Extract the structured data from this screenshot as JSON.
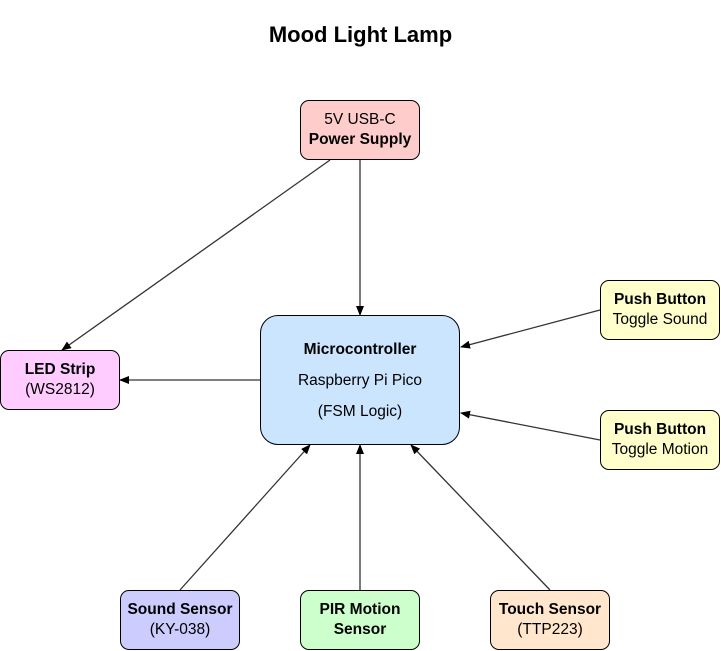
{
  "title": "Mood Light Lamp",
  "colors": {
    "power": "#ffcccc",
    "mcu": "#cce5ff",
    "led": "#ffccff",
    "button": "#ffffcc",
    "sound": "#ccccff",
    "pir": "#ccffcc",
    "touch": "#ffe6cc",
    "line": "#333333"
  },
  "nodes": {
    "power": {
      "line1": "5V USB-C",
      "line2": "Power Supply"
    },
    "mcu": {
      "line1": "Microcontroller",
      "line2": "Raspberry Pi Pico",
      "line3": "(FSM Logic)"
    },
    "led": {
      "line1": "LED Strip",
      "line2": "(WS2812)"
    },
    "btn_sound": {
      "line1": "Push Button",
      "line2": "Toggle Sound"
    },
    "btn_motion": {
      "line1": "Push Button",
      "line2": "Toggle Motion"
    },
    "sound": {
      "line1": "Sound Sensor",
      "line2": "(KY-038)"
    },
    "pir": {
      "line1": "PIR Motion",
      "line2": "Sensor"
    },
    "touch": {
      "line1": "Touch Sensor",
      "line2": "(TTP223)"
    }
  },
  "edges": [
    {
      "from": "power",
      "to": "mcu"
    },
    {
      "from": "power",
      "to": "led"
    },
    {
      "from": "mcu",
      "to": "led"
    },
    {
      "from": "btn_sound",
      "to": "mcu"
    },
    {
      "from": "btn_motion",
      "to": "mcu"
    },
    {
      "from": "sound",
      "to": "mcu"
    },
    {
      "from": "pir",
      "to": "mcu"
    },
    {
      "from": "touch",
      "to": "mcu"
    }
  ]
}
